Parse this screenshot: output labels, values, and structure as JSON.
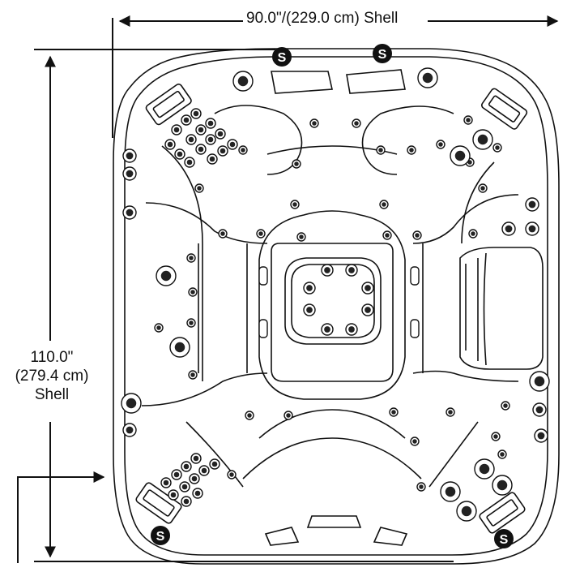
{
  "dimensions": {
    "width": "90.0\"/(229.0 cm) Shell",
    "height_line1": "110.0\"",
    "height_line2": "(279.4 cm)",
    "height_line3": "Shell"
  },
  "badges": {
    "letter": "S"
  },
  "colors": {
    "line": "#111111",
    "background": "#ffffff"
  }
}
